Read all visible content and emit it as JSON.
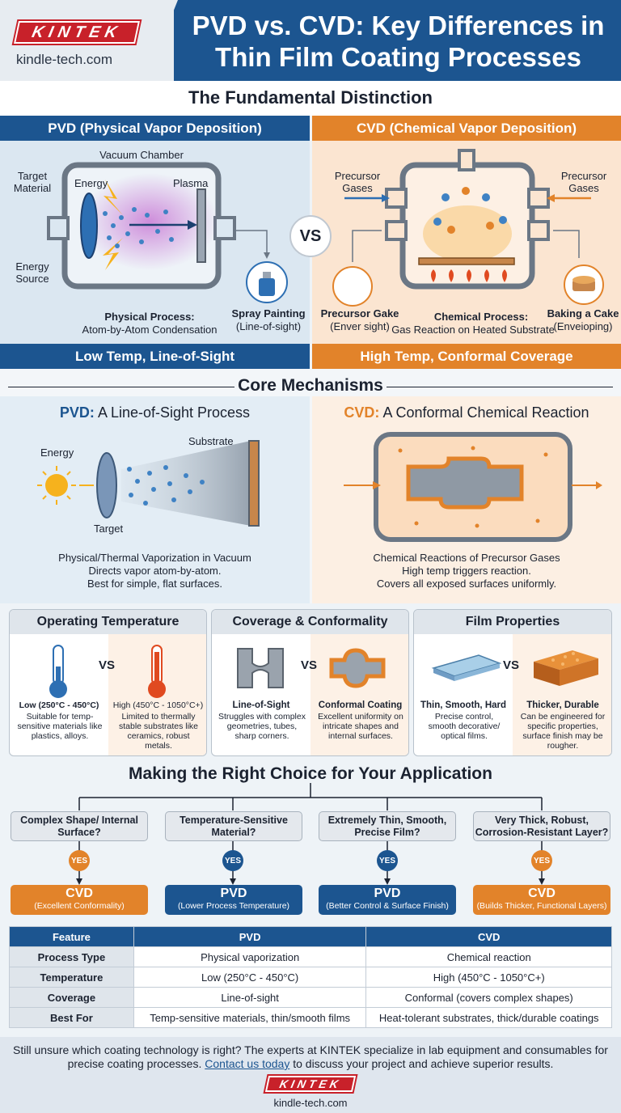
{
  "header": {
    "logo": "KINTEK",
    "site": "kindle-tech.com",
    "title": "PVD vs. CVD: Key Differences in Thin Film Coating Processes"
  },
  "fundamental": {
    "title": "The Fundamental Distinction",
    "pvd_title": "PVD (Physical Vapor Deposition)",
    "cvd_title": "CVD (Chemical Vapor Deposition)",
    "vs": "VS",
    "pvd_labels": {
      "chamber": "Vacuum Chamber",
      "target": "Target Material",
      "energy": "Energy",
      "plasma": "Plasma",
      "energy_source": "Energy Source",
      "process_title": "Physical Process:",
      "process_desc": "Atom-by-Atom Condensation",
      "analogy_title": "Spray Painting",
      "analogy_desc": "(Line-of-sight)"
    },
    "cvd_labels": {
      "precursor_left": "Precursor Gases",
      "precursor_right": "Precursor Gases",
      "analogy1_title": "Precursor Gake",
      "analogy1_desc": "(Enver sight)",
      "process_title": "Chemical Process:",
      "process_desc": "Gas Reaction on Heated Substrate",
      "analogy2_title": "Baking a Cake",
      "analogy2_desc": "(Enveioping)"
    },
    "pvd_bottom": "Low Temp, Line-of-Sight",
    "cvd_bottom": "High Temp, Conformal Coverage"
  },
  "mechanisms": {
    "title": "Core Mechanisms",
    "pvd_head": "PVD:",
    "pvd_sub": "A Line-of-Sight Process",
    "cvd_head": "CVD:",
    "cvd_sub": "A Conformal Chemical Reaction",
    "pvd_energy": "Energy",
    "pvd_target": "Target",
    "pvd_substrate": "Substrate",
    "pvd_desc": [
      "Physical/Thermal Vaporization in Vacuum",
      "Directs vapor atom-by-atom.",
      "Best for simple, flat surfaces."
    ],
    "cvd_desc": [
      "Chemical Reactions of Precursor Gases",
      "High temp triggers reaction.",
      "Covers all exposed surfaces uniformly."
    ]
  },
  "cards": [
    {
      "title": "Operating Temperature",
      "left_title": "Low (250°C - 450°C)",
      "left_desc": "Suitable for temp-sensitive materials like plastics, alloys.",
      "right_title": "High (450°C - 1050°C+)",
      "right_desc": "Limited to thermally stable substrates like ceramics, robust metals."
    },
    {
      "title": "Coverage & Conformality",
      "left_title": "Line-of-Sight",
      "left_desc": "Struggles with complex geometries, tubes, sharp corners.",
      "right_title": "Conformal Coating",
      "right_desc": "Excellent uniformity on intricate shapes and internal surfaces."
    },
    {
      "title": "Film Properties",
      "left_title": "Thin, Smooth, Hard",
      "left_desc": "Precise control, smooth decorative/ optical films.",
      "right_title": "Thicker, Durable",
      "right_desc": "Can be engineered for specific properties, surface finish may be rougher."
    }
  ],
  "choice": {
    "title": "Making the Right Choice for Your Application",
    "yes": "YES",
    "items": [
      {
        "question": "Complex Shape/ Internal Surface?",
        "answer": "CVD",
        "detail": "(Excellent Conformality)",
        "color": "#e2832a"
      },
      {
        "question": "Temperature-Sensitive Material?",
        "answer": "PVD",
        "detail": "(Lower Process Temperature)",
        "color": "#1c5590"
      },
      {
        "question": "Extremely Thin, Smooth, Precise Film?",
        "answer": "PVD",
        "detail": "(Better Control & Surface Finish)",
        "color": "#1c5590"
      },
      {
        "question": "Very Thick, Robust, Corrosion-Resistant Layer?",
        "answer": "CVD",
        "detail": "(Builds Thicker, Functional Layers)",
        "color": "#e2832a"
      }
    ]
  },
  "table": {
    "headers": [
      "Feature",
      "PVD",
      "CVD"
    ],
    "rows": [
      [
        "Process Type",
        "Physical vaporization",
        "Chemical reaction"
      ],
      [
        "Temperature",
        "Low (250°C - 450°C)",
        "High (450°C - 1050°C+)"
      ],
      [
        "Coverage",
        "Line-of-sight",
        "Conformal (covers complex shapes)"
      ],
      [
        "Best For",
        "Temp-sensitive materials, thin/smooth films",
        "Heat-tolerant substrates, thick/durable coatings"
      ]
    ]
  },
  "footer": {
    "text1": "Still unsure which coating technology is right? The experts at KINTEK specialize in lab equipment and consumables for",
    "text2a": "precise coating processes.",
    "link": "Contact us today",
    "text2b": "to discuss your project and achieve superior results.",
    "logo": "KINTEK",
    "site": "kindle-tech.com"
  },
  "colors": {
    "blue": "#1c5590",
    "orange": "#e2832a",
    "red": "#c8212a"
  }
}
